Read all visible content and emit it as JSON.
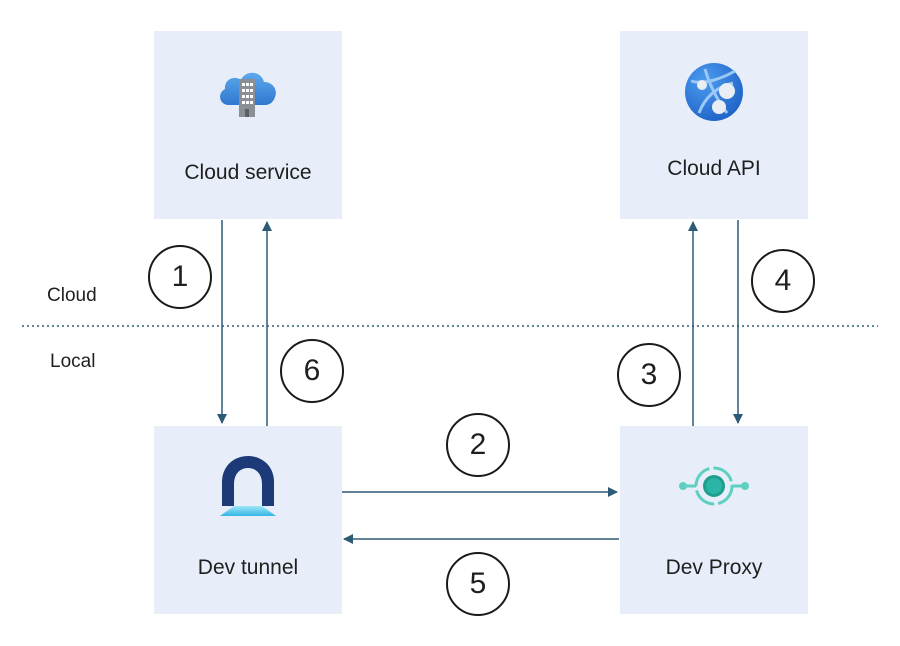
{
  "zones": {
    "cloud": "Cloud",
    "local": "Local"
  },
  "nodes": {
    "cloud_service": {
      "label": "Cloud service",
      "icon": "cloud-building-icon"
    },
    "cloud_api": {
      "label": "Cloud API",
      "icon": "web-globe-icon"
    },
    "dev_tunnel": {
      "label": "Dev tunnel",
      "icon": "tunnel-icon"
    },
    "dev_proxy": {
      "label": "Dev Proxy",
      "icon": "proxy-node-icon"
    }
  },
  "steps": [
    "1",
    "2",
    "3",
    "4",
    "5",
    "6"
  ],
  "colors": {
    "box": "#e7eef9",
    "arrow": "#2d5b76",
    "divider": "#2d5b76",
    "accent": "#2bb5a6"
  }
}
